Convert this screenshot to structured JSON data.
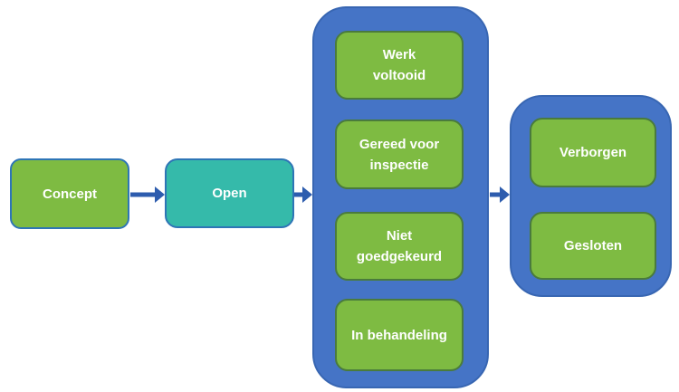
{
  "diagram": {
    "description": "Status workflow diagram",
    "flow": {
      "start": {
        "label": "Concept"
      },
      "open": {
        "label": "Open"
      },
      "active_group": {
        "items": [
          {
            "label": "Werk\nvoltooid"
          },
          {
            "label": "Gereed voor\ninspectie"
          },
          {
            "label": "Niet\ngoedgekeurd"
          },
          {
            "label": "In behandeling"
          }
        ]
      },
      "end_group": {
        "items": [
          {
            "label": "Verborgen"
          },
          {
            "label": "Gesloten"
          }
        ]
      }
    }
  },
  "colors": {
    "node_green": "#7EBB42",
    "node_teal": "#35BAAA",
    "container_blue": "#4574C6",
    "container_border": "#3866B2",
    "border_blue": "#2E75B6",
    "inner_border": "#4A7B3C",
    "arrow_blue": "#2D5CAE",
    "text": "#FFFFFF"
  }
}
